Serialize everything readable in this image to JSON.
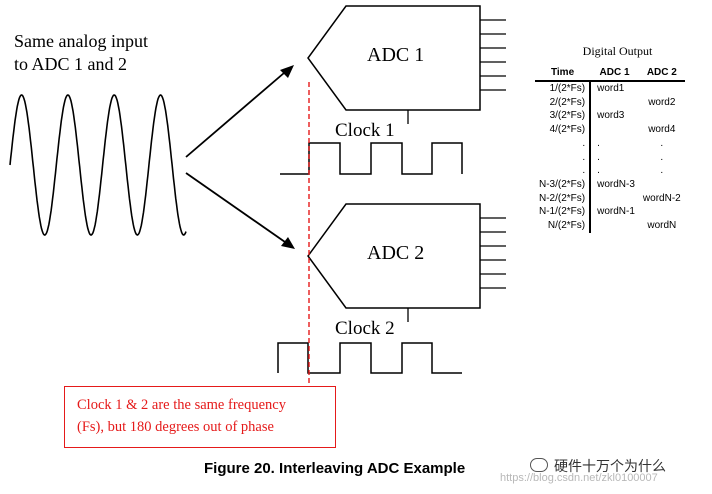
{
  "input_label_line1": "Same analog input",
  "input_label_line2": "to ADC 1 and 2",
  "adc1": {
    "label": "ADC 1",
    "clock_label": "Clock 1"
  },
  "adc2": {
    "label": "ADC 2",
    "clock_label": "Clock 2"
  },
  "digital_output": {
    "title": "Digital Output",
    "headers": [
      "Time",
      "ADC 1",
      "ADC 2"
    ],
    "rows": [
      [
        "1/(2*Fs)",
        "word1",
        ""
      ],
      [
        "2/(2*Fs)",
        "",
        "word2"
      ],
      [
        "3/(2*Fs)",
        "word3",
        ""
      ],
      [
        "4/(2*Fs)",
        "",
        "word4"
      ],
      [
        ".",
        ".",
        "."
      ],
      [
        ".",
        ".",
        "."
      ],
      [
        ".",
        ".",
        "."
      ],
      [
        "N-3/(2*Fs)",
        "wordN-3",
        ""
      ],
      [
        "N-2/(2*Fs)",
        "",
        "wordN-2"
      ],
      [
        "N-1/(2*Fs)",
        "wordN-1",
        ""
      ],
      [
        "N/(2*Fs)",
        "",
        "wordN"
      ]
    ]
  },
  "note_line1": "Clock 1 & 2 are the same frequency",
  "note_line2": "(Fs), but 180 degrees out of phase",
  "caption": "Figure 20. Interleaving ADC Example",
  "watermark": "硬件十万个为什么",
  "watermark_url": "https://blog.csdn.net/zkl0100007",
  "colors": {
    "ink": "#000000",
    "note_red": "#e51a1a"
  }
}
